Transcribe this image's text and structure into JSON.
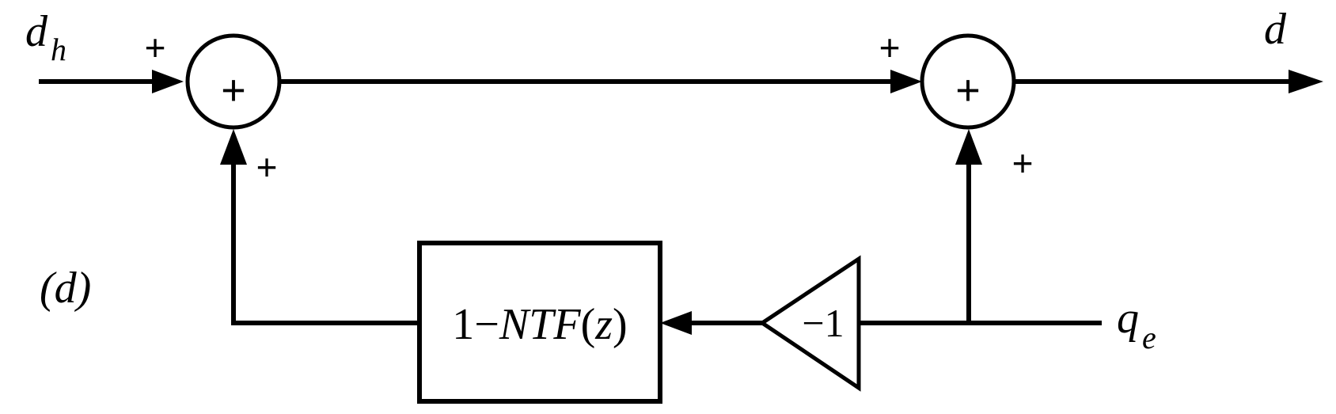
{
  "labels": {
    "input": "d",
    "input_sub": "h",
    "output": "d",
    "noise": "q",
    "noise_sub": "e",
    "panel": "(d)"
  },
  "sum1": {
    "symbol": "+",
    "sign_top": "+",
    "sign_bottom": "+"
  },
  "sum2": {
    "symbol": "+",
    "sign_top": "+",
    "sign_bottom": "+"
  },
  "gain": {
    "label": "−1"
  },
  "filter": {
    "prefix": "1−",
    "name": "NTF",
    "paren_open": "(",
    "var": "z",
    "paren_close": ")"
  }
}
